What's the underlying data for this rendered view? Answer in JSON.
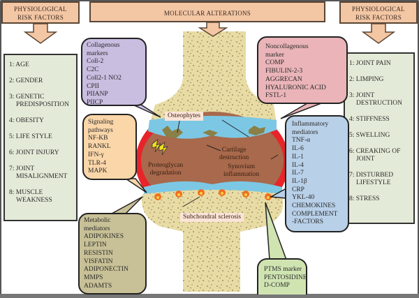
{
  "headers": {
    "left": [
      "PHYSIOLOGICAL",
      "RISK FACTORS"
    ],
    "middle": "MOLECULAR ALTERATIONS",
    "right": [
      "PHYSIOLOGICAL",
      "RISK FACTORS"
    ]
  },
  "left_factors": [
    [
      "1: AGE"
    ],
    [
      "2: GENDER"
    ],
    [
      "3: GENETIC",
      "PREDISPOSITION"
    ],
    [
      "4: OBESITY"
    ],
    [
      "5: LIFE STYLE"
    ],
    [
      "6: JOINT INJURY"
    ],
    [
      "7: JOINT",
      "MISALIGNMENT"
    ],
    [
      "8: MUSCLE",
      "WEAKNESS"
    ]
  ],
  "right_factors": [
    [
      "1: JOINT PAIN"
    ],
    [
      "2: LIMPING"
    ],
    [
      "3: JOINT",
      "DESTRUCTION"
    ],
    [
      "4: STIFFNESS"
    ],
    [
      "5: SWELLING"
    ],
    [
      "6: CREAKING OF",
      "JOINT"
    ],
    [
      "7: DISTURBED",
      "LIFESTYLE"
    ],
    [
      "8: STRESS"
    ]
  ],
  "bubbles": {
    "collagenous": [
      "Collagenous",
      "markers",
      "Coll-2",
      "C2C",
      "Coll2-1 NO2",
      "CPII",
      "PIIANP",
      "PIICP"
    ],
    "noncollagenous": [
      "Noncollagenous",
      "marker",
      "COMP",
      "FIBULIN-2-3",
      "AGGRECAN",
      "HYALURONIC ACID",
      "FSTL-1"
    ],
    "signaling": [
      "Signaling",
      "pathways",
      "NF-KB",
      "RANKL",
      "IFN-γ",
      "TLR-4",
      "MAPK"
    ],
    "inflammatory": [
      "Inflammatory",
      "mediators",
      "TNF-α",
      "IL-6",
      "IL-1",
      "IL-4",
      "IL-7",
      "IL-1β",
      "CRP",
      "YKL-40",
      "CHEMOKINES",
      "COMPLEMENT",
      "-FACTORS"
    ],
    "metabolic": [
      "Metabolic",
      "mediators",
      "ADIPOKINES",
      "LEPTIN",
      "RESISTIN",
      "VISFATIN",
      "ADIPONECTIN",
      "MMPS",
      "ADAMTS"
    ],
    "ptms": [
      "PTMS marker",
      "PENTOSIDINE",
      "D-COMP"
    ]
  },
  "joint_labels": {
    "osteophytes": "Osteophytes",
    "cartilage": [
      "Cartilage",
      "destruction"
    ],
    "synovium": [
      "Synovium",
      "inflammation"
    ],
    "proteoglycan": [
      "Proteoglycan",
      "degradation"
    ],
    "subchondral": "Subchondral sclerosis"
  },
  "colors": {
    "header": "#f3c6a4",
    "list_box": "#e4ead8",
    "bone": "#e8dca4",
    "cartilage": "#7cc8e4",
    "synovium": "#a8694c",
    "inflammation_border": "#e8242a",
    "osteophyte": "#8a8048"
  }
}
